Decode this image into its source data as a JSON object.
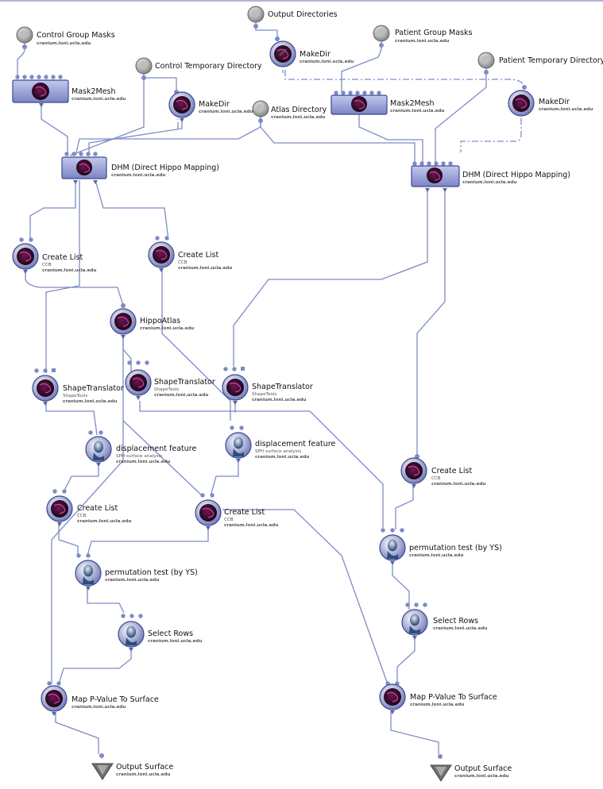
{
  "nodes": {
    "control_group_masks": {
      "title": "Control Group Masks",
      "host": "cranium.loni.ucla.edu"
    },
    "output_directories": {
      "title": "Output Directories"
    },
    "patient_group_masks": {
      "title": "Patient Group Masks",
      "host": "cranium.loni.ucla.edu"
    },
    "control_temp_dir": {
      "title": "Control Temporary Directory"
    },
    "patient_temp_dir": {
      "title": "Patient Temporary Directory"
    },
    "atlas_dir": {
      "title": "Atlas Directory",
      "host": "cranium.loni.ucla.edu"
    },
    "makedir_top": {
      "title": "MakeDir",
      "host": "cranium.loni.ucla.edu"
    },
    "makedir_left": {
      "title": "MakeDir",
      "host": "cranium.loni.ucla.edu"
    },
    "makedir_right": {
      "title": "MakeDir",
      "host": "cranium.loni.ucla.edu"
    },
    "mask2mesh_left": {
      "title": "Mask2Mesh",
      "host": "cranium.loni.ucla.edu"
    },
    "mask2mesh_right": {
      "title": "Mask2Mesh",
      "host": "cranium.loni.ucla.edu"
    },
    "dhm_left": {
      "title": "DHM (Direct Hippo Mapping)",
      "host": "cranium.loni.ucla.edu"
    },
    "dhm_right": {
      "title": "DHM (Direct Hippo Mapping)",
      "host": "cranium.loni.ucla.edu"
    },
    "createlist_1": {
      "title": "Create List",
      "sub": "CCB",
      "host": "cranium.loni.ucla.edu"
    },
    "createlist_2": {
      "title": "Create List",
      "sub": "CCB",
      "host": "cranium.loni.ucla.edu"
    },
    "hippoatlas": {
      "title": "HippoAtlas",
      "host": "cranium.loni.ucla.edu"
    },
    "shapetrans_1": {
      "title": "ShapeTranslator",
      "sub": "ShapeTools",
      "host": "cranium.loni.ucla.edu"
    },
    "shapetrans_2": {
      "title": "ShapeTranslator",
      "sub": "ShapeTools",
      "host": "cranium.loni.ucla.edu"
    },
    "shapetrans_3": {
      "title": "ShapeTranslator",
      "sub": "ShapeTools",
      "host": "cranium.loni.ucla.edu"
    },
    "disp_1": {
      "title": "displacement feature",
      "sub": "SPH surface analysis",
      "host": "cranium.loni.ucla.edu"
    },
    "disp_2": {
      "title": "displacement feature",
      "sub": "SPH surface analysis",
      "host": "cranium.loni.ucla.edu"
    },
    "createlist_3": {
      "title": "Create List",
      "sub": "CCB",
      "host": "cranium.loni.ucla.edu"
    },
    "createlist_4": {
      "title": "Create List",
      "sub": "CCB",
      "host": "cranium.loni.ucla.edu"
    },
    "createlist_5": {
      "title": "Create List",
      "sub": "CCB",
      "host": "cranium.loni.ucla.edu"
    },
    "perm_left": {
      "title": "permutation test (by YS)",
      "host": "cranium.loni.ucla.edu"
    },
    "perm_right": {
      "title": "permutation test (by YS)",
      "host": "cranium.loni.ucla.edu"
    },
    "select_left": {
      "title": "Select Rows",
      "host": "cranium.loni.ucla.edu"
    },
    "select_right": {
      "title": "Select Rows",
      "host": "cranium.loni.ucla.edu"
    },
    "map_left": {
      "title": "Map P-Value To Surface",
      "host": "cranium.loni.ucla.edu"
    },
    "map_right": {
      "title": "Map P-Value To Surface",
      "host": "cranium.loni.ucla.edu"
    },
    "out_left": {
      "title": "Output Surface",
      "host": "cranium.loni.ucla.edu"
    },
    "out_right": {
      "title": "Output Surface",
      "host": "cranium.loni.ucla.edu"
    }
  },
  "colors": {
    "wire": "#7d8bc6",
    "node_fill": "#9aa3d6",
    "node_stroke": "#3d4a8f",
    "io_gray": "#9a9a9a",
    "icon_dark": "#3a1030",
    "icon_accent": "#d23aa0"
  }
}
